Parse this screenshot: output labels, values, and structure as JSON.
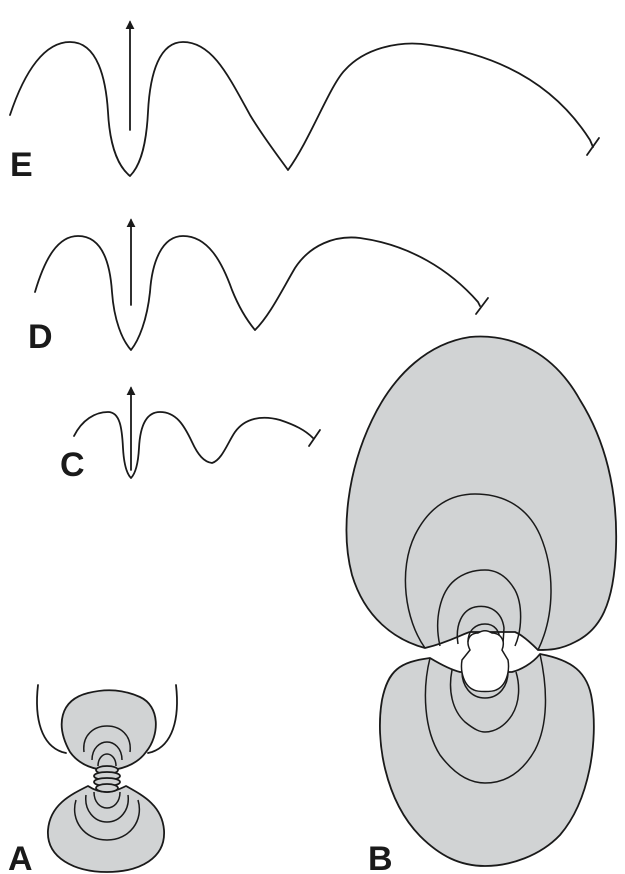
{
  "labels": {
    "a": "A",
    "b": "B",
    "c": "C",
    "d": "D",
    "e": "E"
  },
  "colors": {
    "shell_fill": "#d1d3d4",
    "stroke": "#1a1a1a",
    "background": "#ffffff"
  }
}
